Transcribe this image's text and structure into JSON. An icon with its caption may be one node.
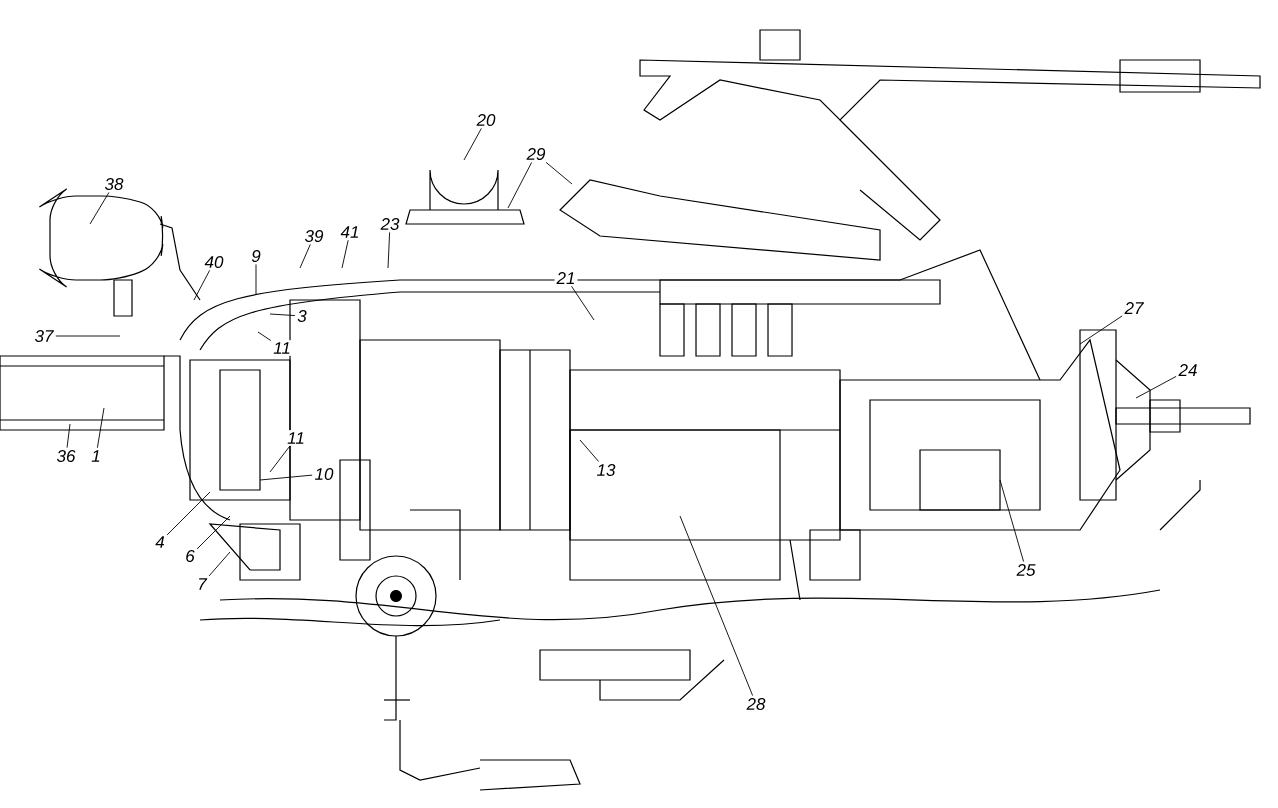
{
  "diagram": {
    "nodes": [
      {
        "text": [
          "20"
        ]
      },
      {
        "text": [
          "29"
        ]
      },
      {
        "text": [
          "38"
        ]
      },
      {
        "text": [
          "23"
        ]
      },
      {
        "text": [
          "41"
        ]
      },
      {
        "text": [
          "39"
        ]
      },
      {
        "text": [
          "9"
        ]
      },
      {
        "text": [
          "40"
        ]
      },
      {
        "text": [
          "21"
        ]
      },
      {
        "text": [
          "27"
        ]
      },
      {
        "text": [
          "3"
        ]
      },
      {
        "text": [
          "37"
        ]
      },
      {
        "text": [
          "11"
        ]
      },
      {
        "text": [
          "24"
        ]
      },
      {
        "text": [
          "11"
        ]
      },
      {
        "text": [
          "36"
        ]
      },
      {
        "text": [
          "1"
        ]
      },
      {
        "text": [
          "13"
        ]
      },
      {
        "text": [
          "10"
        ]
      },
      {
        "text": [
          "4"
        ]
      },
      {
        "text": [
          "6"
        ]
      },
      {
        "text": [
          "25"
        ]
      },
      {
        "text": [
          "7"
        ]
      },
      {
        "text": [
          "28"
        ]
      }
    ],
    "edges": [
      {
        "from": 0,
        "to": null,
        "arrow": "none"
      },
      {
        "from": 1,
        "to": null,
        "arrow": "none"
      },
      {
        "from": 1,
        "to": null,
        "arrow": "none"
      },
      {
        "from": 2,
        "to": null,
        "arrow": "none"
      },
      {
        "from": 3,
        "to": null,
        "arrow": "none"
      },
      {
        "from": 4,
        "to": null,
        "arrow": "none"
      },
      {
        "from": 5,
        "to": null,
        "arrow": "none"
      },
      {
        "from": 6,
        "to": null,
        "arrow": "none"
      },
      {
        "from": 7,
        "to": null,
        "arrow": "none"
      },
      {
        "from": 8,
        "to": null,
        "arrow": "none"
      },
      {
        "from": 9,
        "to": null,
        "arrow": "none"
      },
      {
        "from": 10,
        "to": null,
        "arrow": "none"
      },
      {
        "from": 11,
        "to": null,
        "arrow": "none"
      },
      {
        "from": 12,
        "to": null,
        "arrow": "none"
      },
      {
        "from": 13,
        "to": null,
        "arrow": "none"
      },
      {
        "from": 14,
        "to": null,
        "arrow": "none"
      },
      {
        "from": 15,
        "to": null,
        "arrow": "none"
      },
      {
        "from": 16,
        "to": null,
        "arrow": "none"
      },
      {
        "from": 17,
        "to": null,
        "arrow": "none"
      },
      {
        "from": 18,
        "to": null,
        "arrow": "none"
      },
      {
        "from": 19,
        "to": null,
        "arrow": "none"
      },
      {
        "from": 20,
        "to": null,
        "arrow": "none"
      },
      {
        "from": 21,
        "to": null,
        "arrow": "none"
      },
      {
        "from": 22,
        "to": null,
        "arrow": "none"
      },
      {
        "from": 23,
        "to": null,
        "arrow": "none"
      }
    ]
  }
}
